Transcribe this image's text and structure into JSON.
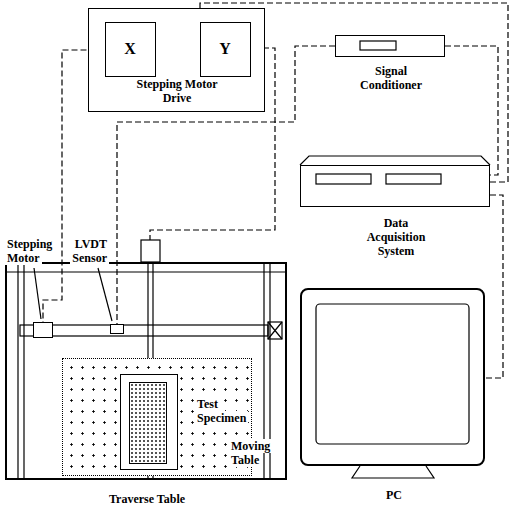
{
  "diagram": {
    "nodes": [
      {
        "text": [
          "Stepping Motor Drive"
        ]
      },
      {
        "text": [
          "X"
        ],
        "in": 0
      },
      {
        "text": [
          "Y"
        ],
        "in": 0
      },
      {
        "text": [
          "Signal Conditioner"
        ]
      },
      {
        "text": [
          "Data Acquisition System"
        ]
      },
      {
        "text": [
          "Traverse Table"
        ]
      },
      {
        "text": [
          "Stepping Motor"
        ],
        "in": 5
      },
      {
        "text": [
          "LVDT Sensor"
        ],
        "in": 5
      },
      {
        "text": [
          "Moving Table"
        ],
        "in": 5
      },
      {
        "text": [
          "Test Specimen"
        ],
        "in": 8
      },
      {
        "text": [
          "PC"
        ]
      }
    ],
    "edges": [
      {
        "from": 1,
        "to": 6,
        "arrow": "none"
      },
      {
        "from": 3,
        "to": 7,
        "arrow": "none"
      },
      {
        "from": 0,
        "to": 4,
        "arrow": "none"
      },
      {
        "from": 3,
        "to": 4,
        "arrow": "none"
      },
      {
        "from": 4,
        "to": 10,
        "arrow": "none"
      }
    ]
  }
}
